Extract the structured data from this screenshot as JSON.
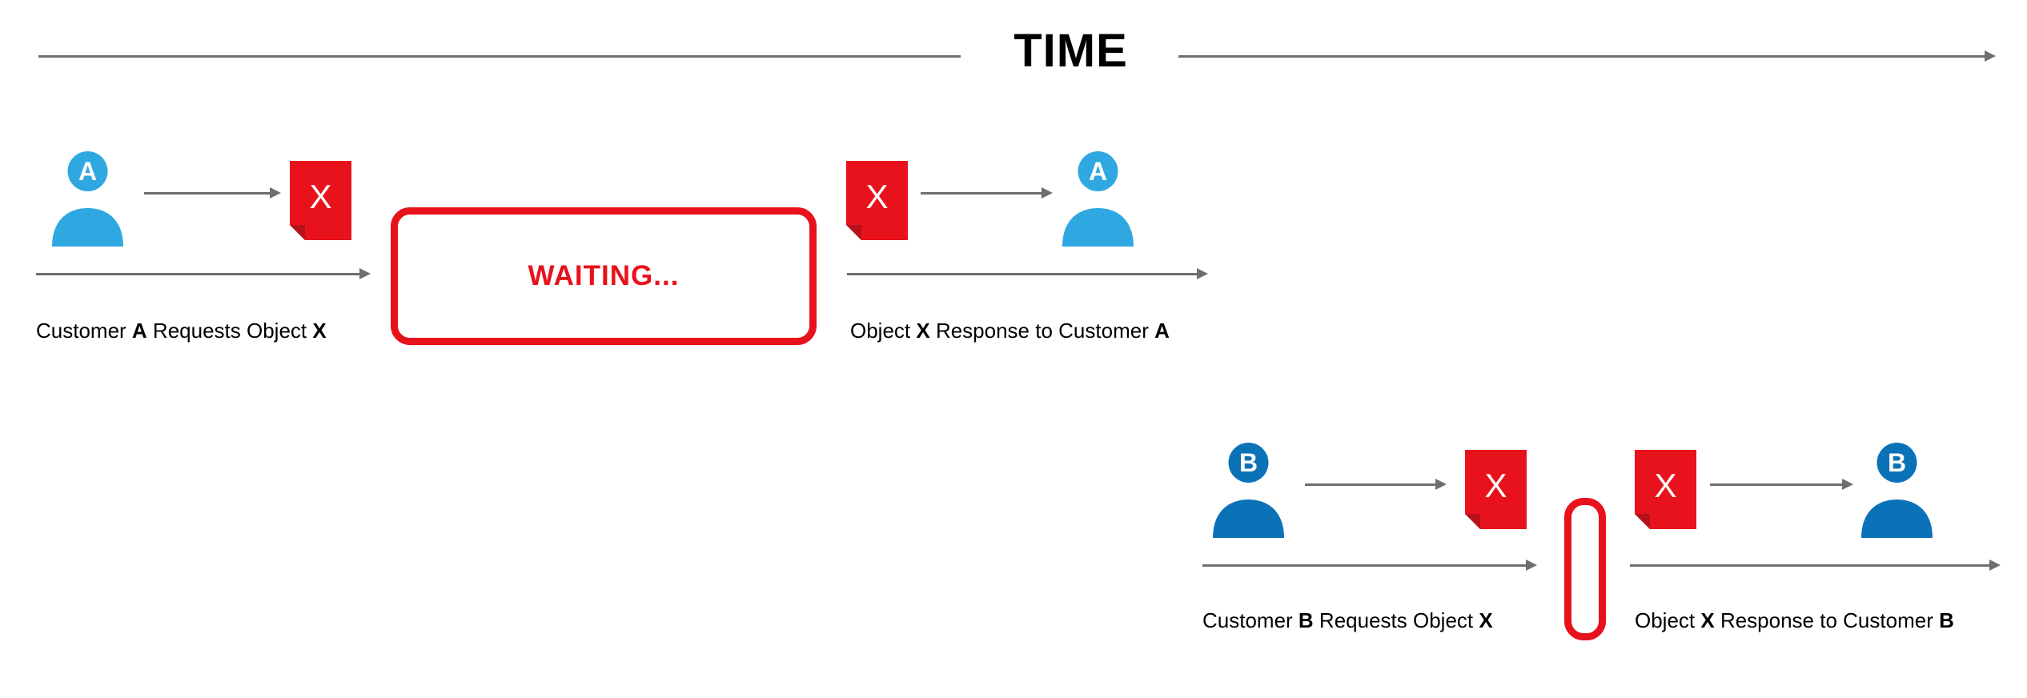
{
  "header": {
    "title": "TIME"
  },
  "colors": {
    "customer_a": "#2FA8E1",
    "customer_b": "#0C72B8",
    "object": "#E8121C",
    "object_fold": "#B5121A",
    "arrow": "#6D6E71",
    "waiting": "#E8121C",
    "letter": "#FFFFFF"
  },
  "flow_a": {
    "actor": "A",
    "object": "X",
    "waiting": "WAITING...",
    "request": {
      "label": [
        "Customer ",
        "A",
        " Requests Object ",
        "X"
      ]
    },
    "response": {
      "label": [
        "Object ",
        "X",
        " Response to Customer ",
        "A"
      ]
    }
  },
  "flow_b": {
    "actor": "B",
    "object": "X",
    "request": {
      "label": [
        "Customer ",
        "B",
        " Requests Object ",
        "X"
      ]
    },
    "response": {
      "label": [
        "Object ",
        "X",
        " Response to Customer ",
        "B"
      ]
    }
  }
}
